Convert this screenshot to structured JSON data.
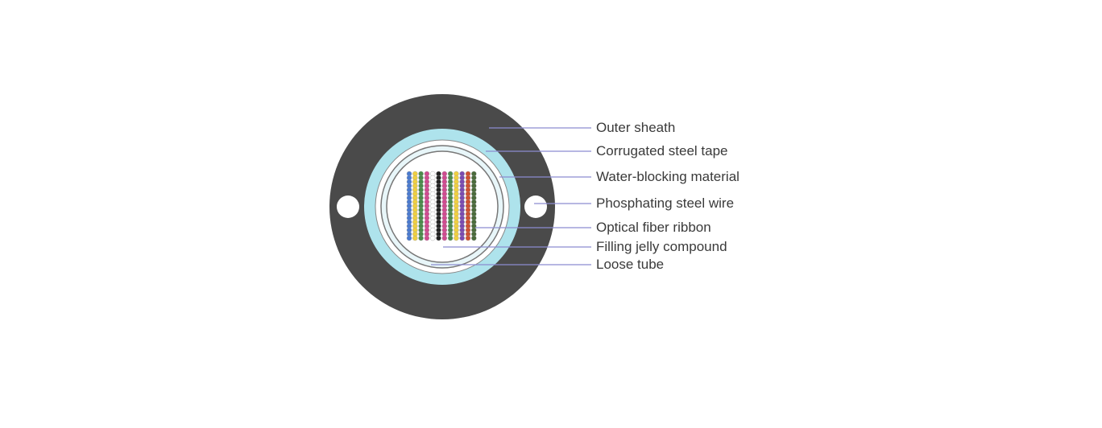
{
  "labels": [
    "Outer sheath",
    "Corrugated steel tape",
    "Water-blocking material",
    "Phosphating steel wire",
    "Optical fiber ribbon",
    "Filling jelly compound",
    "Loose tube"
  ],
  "colors": {
    "sheath": "#4a4a4a",
    "steel_tape": "#aee3ec",
    "leader_line": "#8c8cd0",
    "ribbon_columns": [
      "#4a7ad0",
      "#f0d040",
      "#4a8a4a",
      "#d04a90",
      "#ffffff",
      "#222222",
      "#d04a90",
      "#4a8a4a",
      "#f0d040",
      "#7a4ab0",
      "#d05030",
      "#4a6a3a"
    ]
  }
}
